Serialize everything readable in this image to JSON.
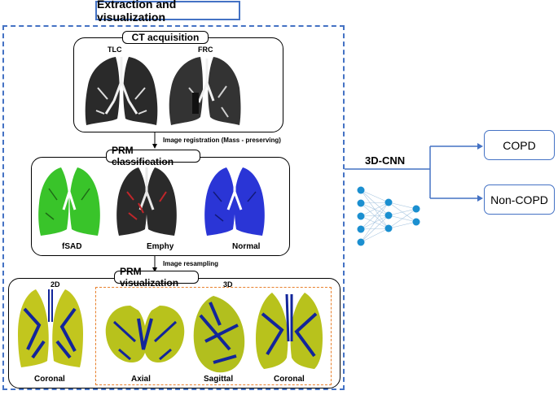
{
  "title": "Extraction and visualization",
  "ct": {
    "label": "CT acquisition",
    "images": [
      "TLC",
      "FRC"
    ]
  },
  "registration_step": "Image registration (Mass - preserving)",
  "prm": {
    "label": "PRM classification",
    "images": [
      "fSAD",
      "Emphy",
      "Normal"
    ],
    "colors": {
      "fSAD": "#39c42a",
      "Emphy": "#c0262a",
      "Normal": "#2a35d6"
    }
  },
  "resampling_step": "Image resampling",
  "vis": {
    "label": "PRM visualization",
    "label_2d": "2D",
    "label_3d": "3D",
    "views": [
      "Coronal",
      "Axial",
      "Sagittal",
      "Coronal"
    ]
  },
  "model": {
    "label": "3D-CNN"
  },
  "outputs": [
    "COPD",
    "Non-COPD"
  ],
  "colors": {
    "accent": "#4472c4",
    "dash_inner": "#e8802c",
    "node": "#1b8fd0"
  }
}
